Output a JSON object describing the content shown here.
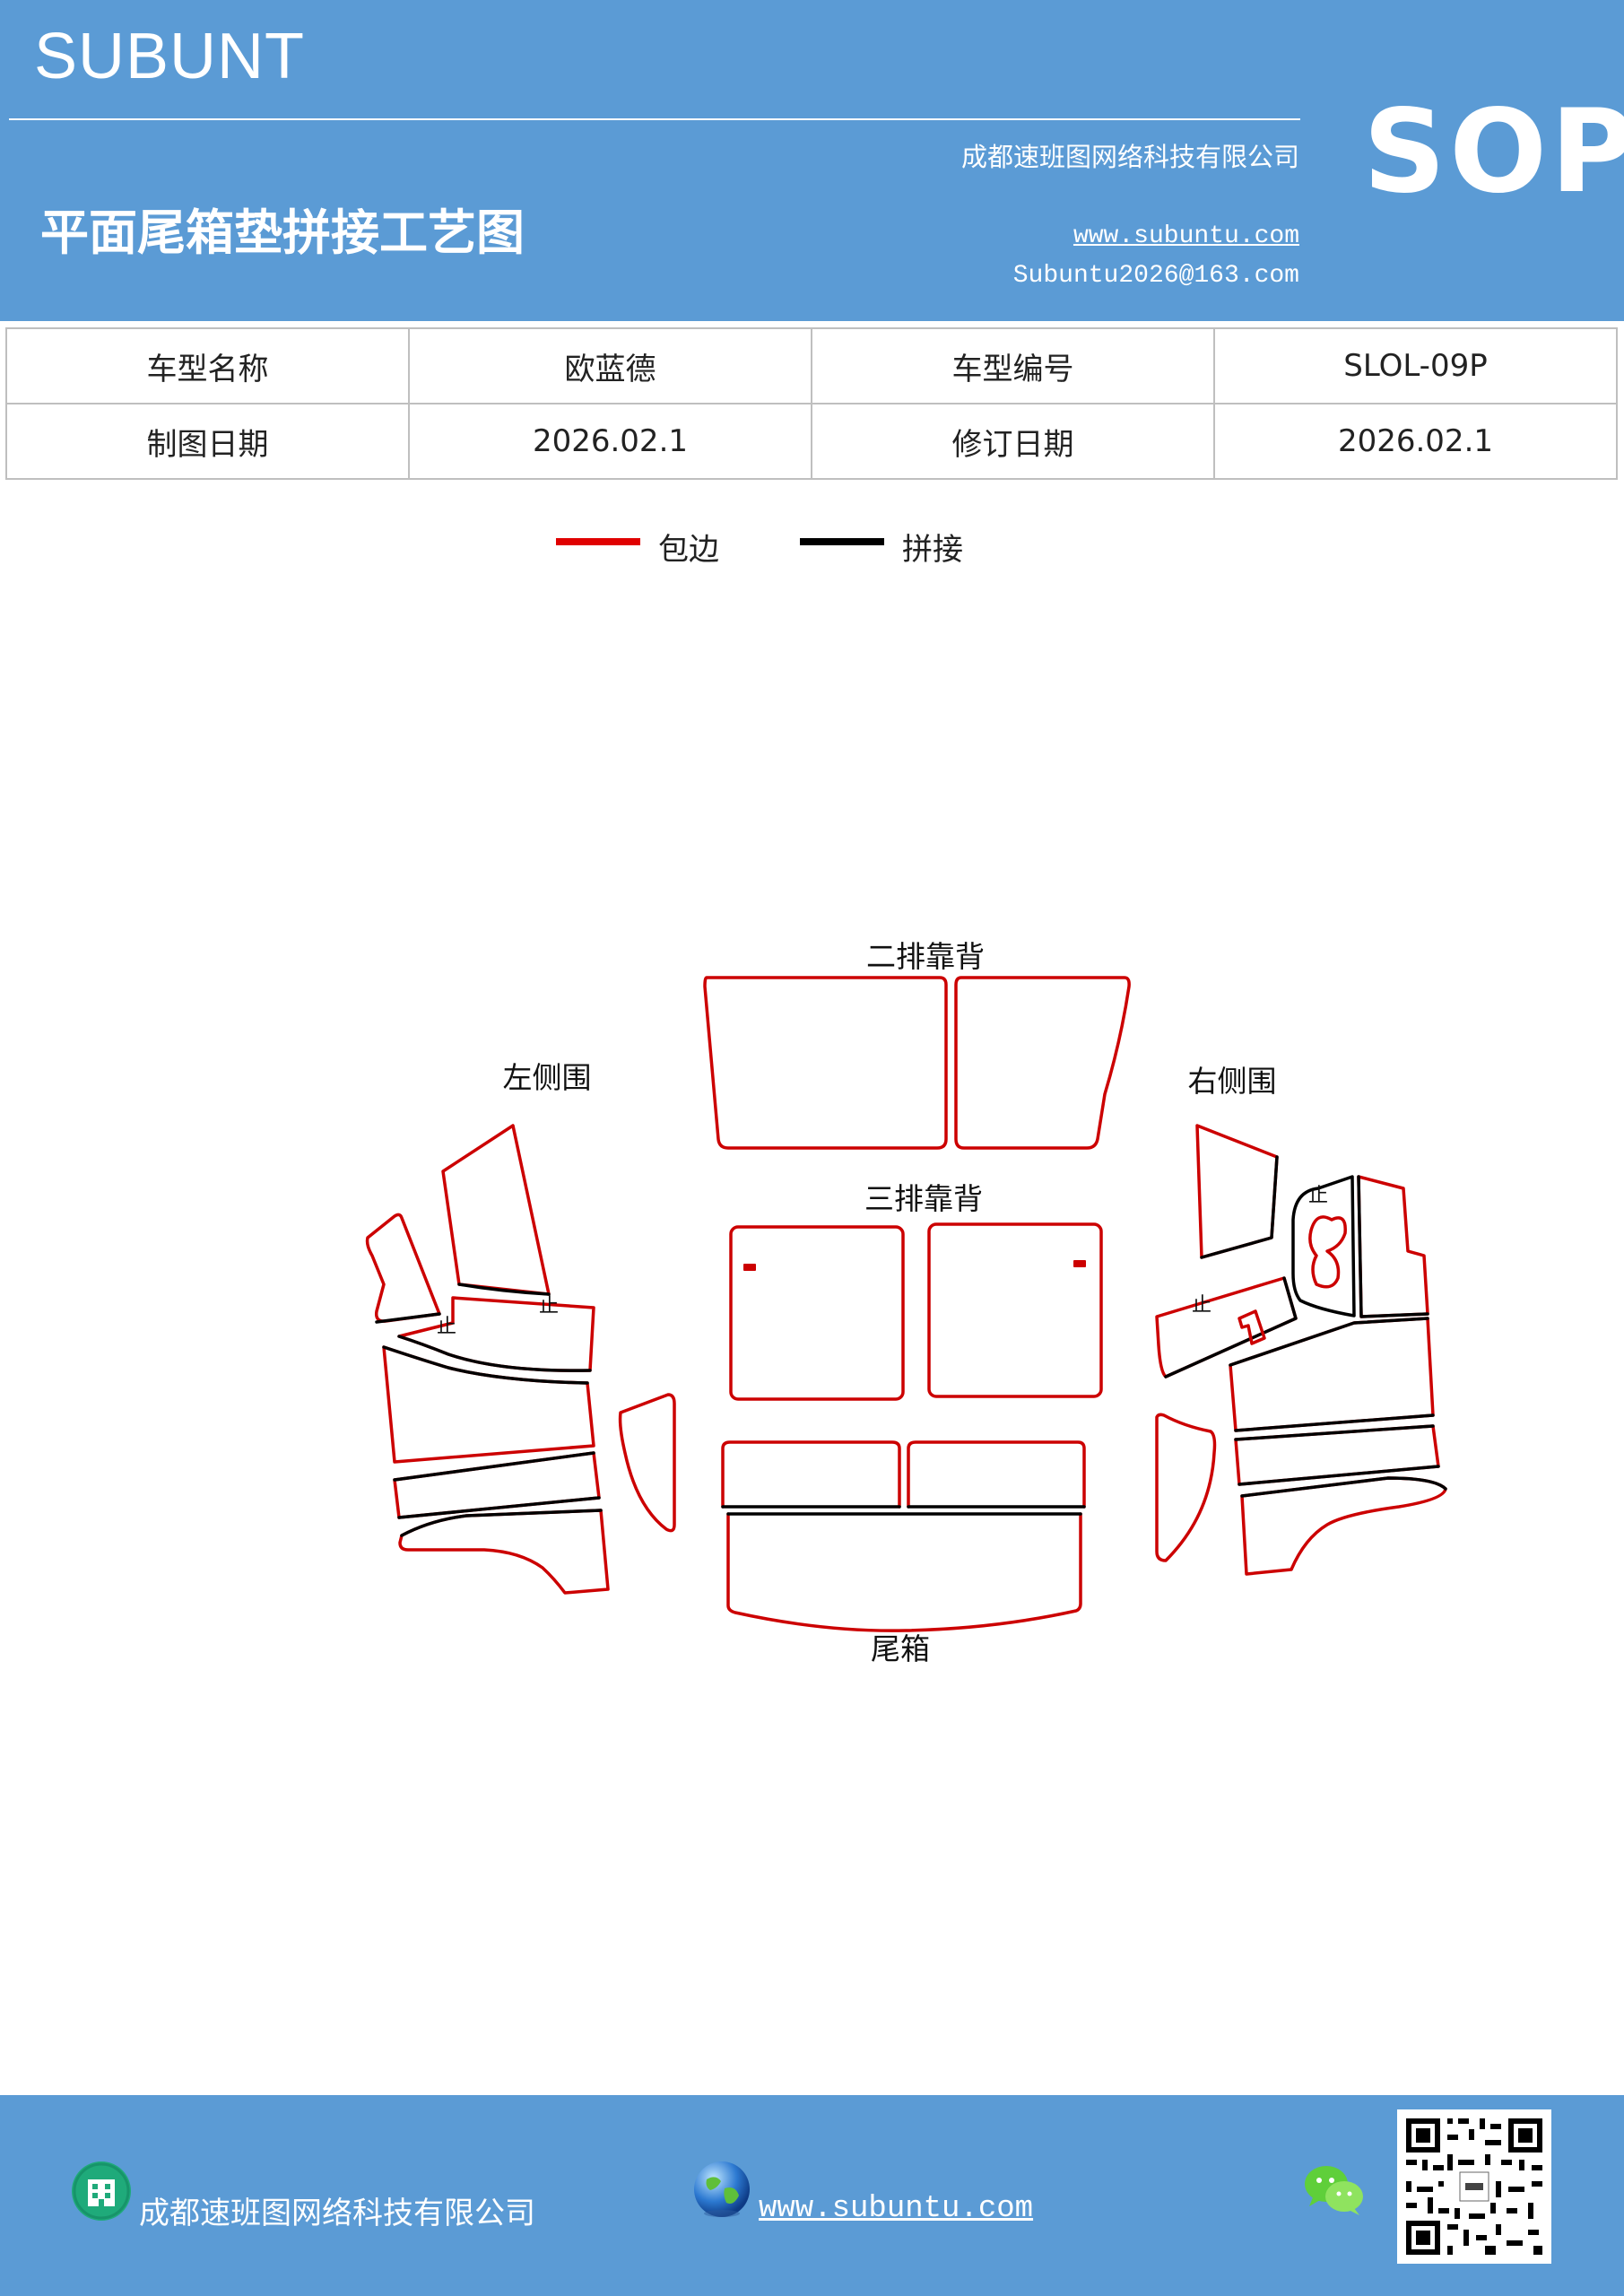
{
  "header": {
    "brand": "SUBUNT",
    "company": "成都速班图网络科技有限公司",
    "title": "平面尾箱垫拼接工艺图",
    "website": "www.subuntu.com",
    "email": "Subuntu2026@163.com",
    "badge": "SOP"
  },
  "info_table": {
    "rows": [
      [
        "车型名称",
        "欧蓝德",
        "车型编号",
        "SLOL-09P"
      ],
      [
        "制图日期",
        "2026.02.1",
        "修订日期",
        "2026.02.1"
      ]
    ]
  },
  "legend": [
    {
      "label": "包边",
      "color": "#e00000"
    },
    {
      "label": "拼接",
      "color": "#000000"
    }
  ],
  "diagram": {
    "labels": {
      "second_row_back": "二排靠背",
      "third_row_back": "三排靠背",
      "left_side": "左侧围",
      "right_side": "右侧围",
      "trunk": "尾箱"
    },
    "stop_mark": "止",
    "edge_color": "#cc0000",
    "seam_color": "#000000"
  },
  "footer": {
    "company": "成都速班图网络科技有限公司",
    "website": "www.subuntu.com",
    "icons": [
      "building-icon",
      "globe-icon",
      "wechat-icon",
      "qr-code"
    ]
  },
  "colors": {
    "brand_blue": "#5b9bd5",
    "white": "#ffffff"
  }
}
